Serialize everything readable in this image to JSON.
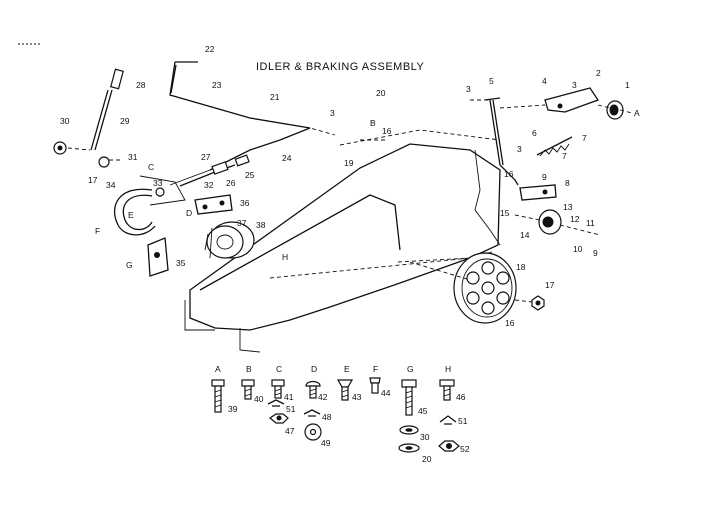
{
  "title": "IDLER & BRAKING ASSEMBLY",
  "callouts": [
    {
      "key": "22",
      "text": "22"
    },
    {
      "key": "23",
      "text": "23"
    },
    {
      "key": "21",
      "text": "21"
    },
    {
      "key": "28",
      "text": "28"
    },
    {
      "key": "29",
      "text": "29"
    },
    {
      "key": "30",
      "text": "30"
    },
    {
      "key": "31",
      "text": "31"
    },
    {
      "key": "17a",
      "text": "17"
    },
    {
      "key": "34",
      "text": "34"
    },
    {
      "key": "C",
      "text": "C"
    },
    {
      "key": "33",
      "text": "33"
    },
    {
      "key": "27",
      "text": "27"
    },
    {
      "key": "32",
      "text": "32"
    },
    {
      "key": "26",
      "text": "26"
    },
    {
      "key": "25",
      "text": "25"
    },
    {
      "key": "24",
      "text": "24"
    },
    {
      "key": "3a",
      "text": "3"
    },
    {
      "key": "20",
      "text": "20"
    },
    {
      "key": "B",
      "text": "B"
    },
    {
      "key": "16a",
      "text": "16"
    },
    {
      "key": "19a",
      "text": "19"
    },
    {
      "key": "E",
      "text": "E"
    },
    {
      "key": "D",
      "text": "D"
    },
    {
      "key": "36",
      "text": "36"
    },
    {
      "key": "F",
      "text": "F"
    },
    {
      "key": "37",
      "text": "37"
    },
    {
      "key": "38",
      "text": "38"
    },
    {
      "key": "G",
      "text": "G"
    },
    {
      "key": "35",
      "text": "35"
    },
    {
      "key": "H",
      "text": "H"
    },
    {
      "key": "3b",
      "text": "3"
    },
    {
      "key": "5",
      "text": "5"
    },
    {
      "key": "4",
      "text": "4"
    },
    {
      "key": "3c",
      "text": "3"
    },
    {
      "key": "2",
      "text": "2"
    },
    {
      "key": "1",
      "text": "1"
    },
    {
      "key": "A",
      "text": "A"
    },
    {
      "key": "6",
      "text": "6"
    },
    {
      "key": "7a",
      "text": "7"
    },
    {
      "key": "3d",
      "text": "3"
    },
    {
      "key": "7b",
      "text": "7"
    },
    {
      "key": "16b",
      "text": "16"
    },
    {
      "key": "8",
      "text": "8"
    },
    {
      "key": "9a",
      "text": "9"
    },
    {
      "key": "15",
      "text": "15"
    },
    {
      "key": "14",
      "text": "14"
    },
    {
      "key": "13",
      "text": "13"
    },
    {
      "key": "12",
      "text": "12"
    },
    {
      "key": "11",
      "text": "11"
    },
    {
      "key": "10",
      "text": "10"
    },
    {
      "key": "9b",
      "text": "9"
    },
    {
      "key": "18",
      "text": "18"
    },
    {
      "key": "17b",
      "text": "17"
    },
    {
      "key": "16c",
      "text": "16"
    }
  ],
  "hardware_key": {
    "letters": [
      "A",
      "B",
      "C",
      "D",
      "E",
      "F",
      "G",
      "H"
    ],
    "numbers": [
      "39",
      "40",
      "41",
      "51",
      "47",
      "42",
      "48",
      "49",
      "43",
      "44",
      "45",
      "30",
      "20",
      "46",
      "51",
      "52"
    ]
  }
}
